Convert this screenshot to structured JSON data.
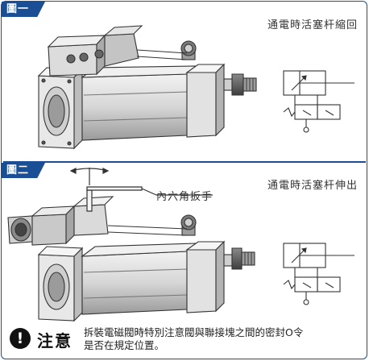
{
  "figure1": {
    "tag": "圖一",
    "caption": "通電時活塞杆縮回"
  },
  "figure2": {
    "tag": "圖二",
    "caption": "通電時活塞杆伸出",
    "wrench_label": "內六角扳手"
  },
  "note": {
    "icon": "!",
    "title": "注意",
    "text_line1": "拆裝電磁閥時特別注意閥與聯接塊之間的密封O令",
    "text_line2": "是否在規定位置。"
  },
  "colors": {
    "accent": "#1a4f95",
    "line": "#333333"
  }
}
